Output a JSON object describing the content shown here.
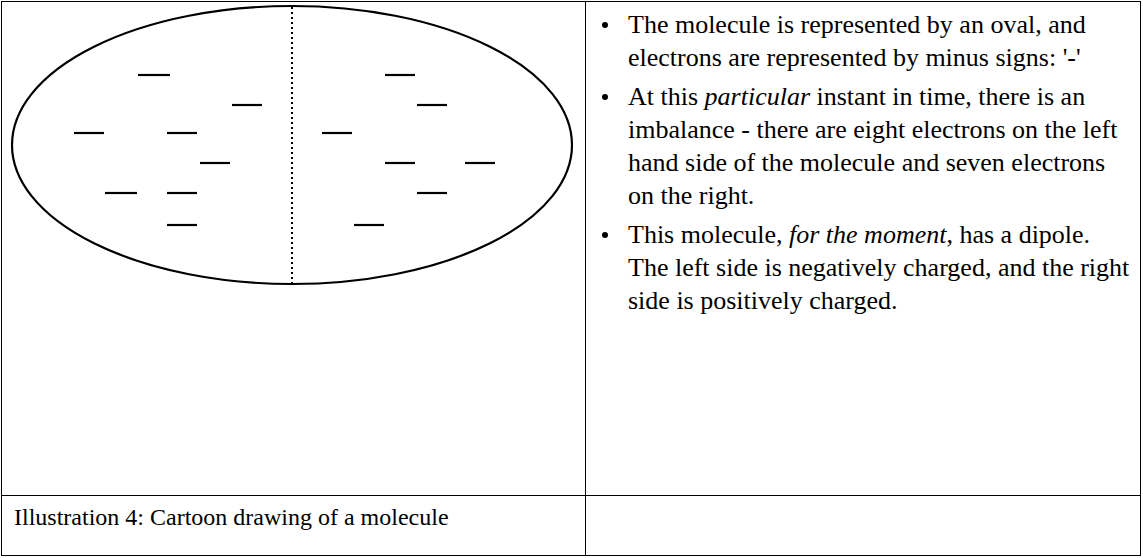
{
  "diagram": {
    "caption": "Illustration 4: Cartoon drawing of a molecule",
    "labels": [
      "The molecule is represented by an oval, and electrons are represented by minus signs: '-'",
      "At this particular instant in time, there is an imbalance - there are eight electrons on the left hand side of the molecule and seven electrons on the right.",
      "This molecule, for the moment, has a dipole. The left side is negatively charged, and the right side is positively charged."
    ]
  }
}
